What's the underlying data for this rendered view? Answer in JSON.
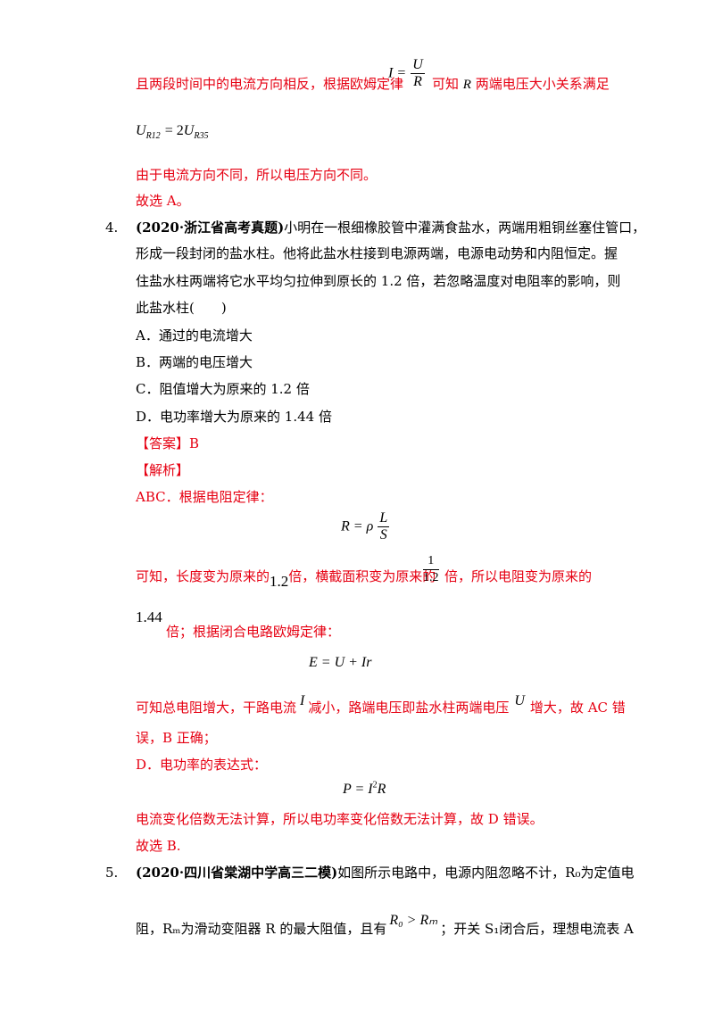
{
  "block1": {
    "line1_prefix": "且两段时间中的电流方向相反，根据欧姆定律",
    "ohm_lhs": "I =",
    "ohm_num": "U",
    "ohm_den": "R",
    "line1_mid": "可知",
    "line1_R": "R",
    "line1_suffix": "两端电压大小关系满足",
    "relation_U1": "U",
    "relation_sub1": "R12",
    "relation_eq": "= 2",
    "relation_U2": "U",
    "relation_sub2": "R35",
    "line3": "由于电流方向不同，所以电压方向不同。",
    "line4": "故选 A。"
  },
  "q4": {
    "number": "4.",
    "source": "(2020·浙江省高考真题)",
    "stem_line1": "小明在一根细橡胶管中灌满食盐水，两端用粗铜丝塞住管口，",
    "stem_line2": "形成一段封闭的盐水柱。他将此盐水柱接到电源两端，电源电动势和内阻恒定。握",
    "stem_line3": "住盐水柱两端将它水平均匀拉伸到原长的 1.2 倍，若忽略温度对电阻率的影响，则",
    "stem_line4": "此盐水柱(　　)",
    "options": [
      "A．通过的电流增大",
      "B．两端的电压增大",
      "C．阻值增大为原来的 1.2 倍",
      "D．电功率增大为原来的 1.44 倍"
    ],
    "answer": "【答案】B",
    "analysis_label": "【解析】",
    "abc_line": "ABC．根据电阻定律：",
    "res_lhs": "R = ρ",
    "res_num": "L",
    "res_den": "S",
    "known_prefix": "可知，长度变为原来的",
    "known_val1": "1.2",
    "known_mid": "倍，横截面积变为原来的",
    "known_frac_num": "1",
    "known_frac_den": "1.2",
    "known_suffix": "倍，所以电阻变为原来的",
    "factor": "1.44",
    "factor_suffix": "倍；根据闭合电路欧姆定律：",
    "emf_eq": "E = U + Ir",
    "conc_prefix": "可知总电阻增大，干路电流",
    "conc_I": "I",
    "conc_mid": "减小，路端电压即盐水柱两端电压",
    "conc_U": "U",
    "conc_suffix": "增大，故 AC 错",
    "conc_line2": "误，B 正确；",
    "d_line": "D．电功率的表达式：",
    "power_eq": "P = I",
    "power_exp": "2",
    "power_R": "R",
    "d_conc": "电流变化倍数无法计算，所以电功率变化倍数无法计算，故 D 错误。",
    "final": "故选 B."
  },
  "q5": {
    "number": "5.",
    "source": "(2020·四川省棠湖中学高三二模)",
    "stem_line1": "如图所示电路中，电源内阻忽略不计，R₀为定值电",
    "line2_prefix": "阻，Rₘ为滑动变阻器 R 的最大阻值，且有",
    "ineq": "R₀ > Rₘ",
    "line2_suffix": "；开关 S₁闭合后，理想电流表 A"
  }
}
